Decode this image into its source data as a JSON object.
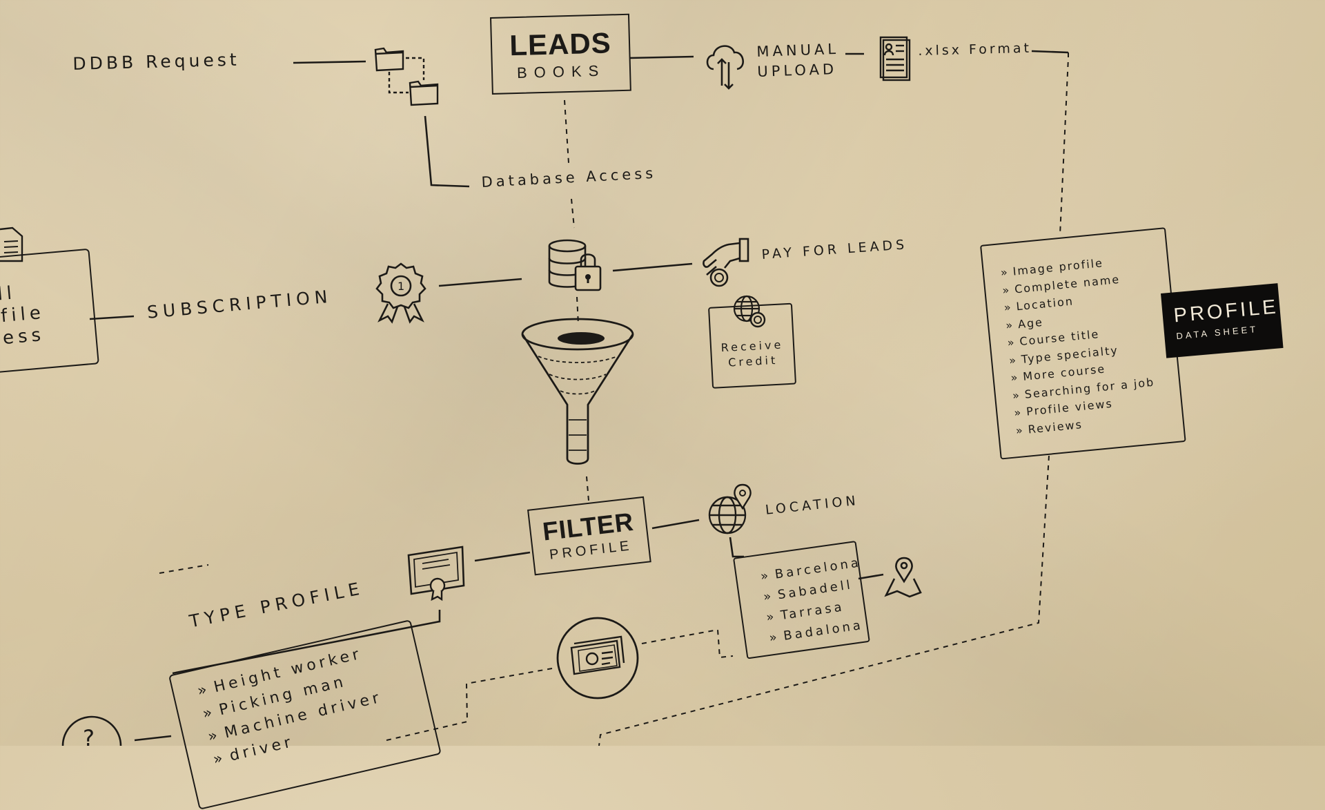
{
  "nodes": {
    "leads_title": "LEADS",
    "leads_subtitle": "BOOKS",
    "ddbb_request": "DDBB Request",
    "manual_upload_line1": "MANUAL",
    "manual_upload_line2": "UPLOAD",
    "xlsx_format": ".xlsx Format",
    "database_access": "Database Access",
    "subscription": "SUBSCRIPTION",
    "pay_for_leads": "PAY FOR LEADS",
    "receive_credit_line1": "Receive",
    "receive_credit_line2": "Credit",
    "left_box_line1": "ll",
    "left_box_line2": "file",
    "left_box_line3": "ess",
    "filter_title": "FILTER",
    "filter_subtitle": "PROFILE",
    "location": "LOCATION",
    "type_profile": "TYPE PROFILE",
    "profile_title": "PROFILE",
    "profile_subtitle": "DATA SHEET"
  },
  "profile_fields": [
    "Image profile",
    "Complete name",
    "Location",
    "Age",
    "Course title",
    "Type specialty",
    "More course",
    "Searching for a job",
    "Profile views",
    "Reviews"
  ],
  "locations": [
    "Barcelona",
    "Sabadell",
    "Tarrasa",
    "Badalona"
  ],
  "type_profiles": [
    "Height worker",
    "Picking man",
    "Machine driver",
    "driver"
  ],
  "icons": [
    "folder-icon",
    "cloud-upload-icon",
    "document-icon",
    "database-lock-icon",
    "award-badge-icon",
    "hand-coin-icon",
    "globe-coin-icon",
    "funnel-icon",
    "globe-pin-icon",
    "map-pin-icon",
    "certificate-icon",
    "id-card-icon"
  ],
  "colors": {
    "paper": "#d9c9a6",
    "ink": "#1c1a17",
    "tag_bg": "#0d0c0b",
    "tag_text": "#f2ead8"
  }
}
